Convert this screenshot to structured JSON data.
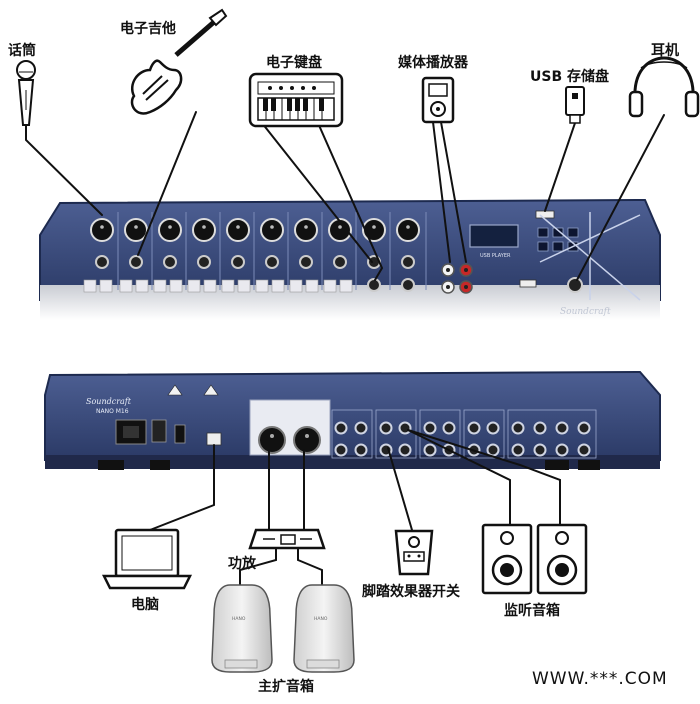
{
  "labels": {
    "microphone": "话筒",
    "guitar": "电子吉他",
    "keyboard": "电子键盘",
    "media_player": "媒体播放器",
    "usb_storage": "USB 存储盘",
    "headphones": "耳机",
    "amplifier": "功放",
    "computer": "电脑",
    "footswitch": "脚踏效果器开关",
    "monitor_speakers": "监听音箱",
    "main_speakers": "主扩音箱"
  },
  "watermark": "WWW.***.COM",
  "mixer": {
    "brand": "Soundcraft",
    "model": "NANO M16",
    "usb_player_label": "USB PLAYER"
  },
  "colors": {
    "panel_blue": "#3c4f82",
    "panel_dark": "#26355e",
    "panel_light": "#6d7fae",
    "cable": "#111111"
  }
}
